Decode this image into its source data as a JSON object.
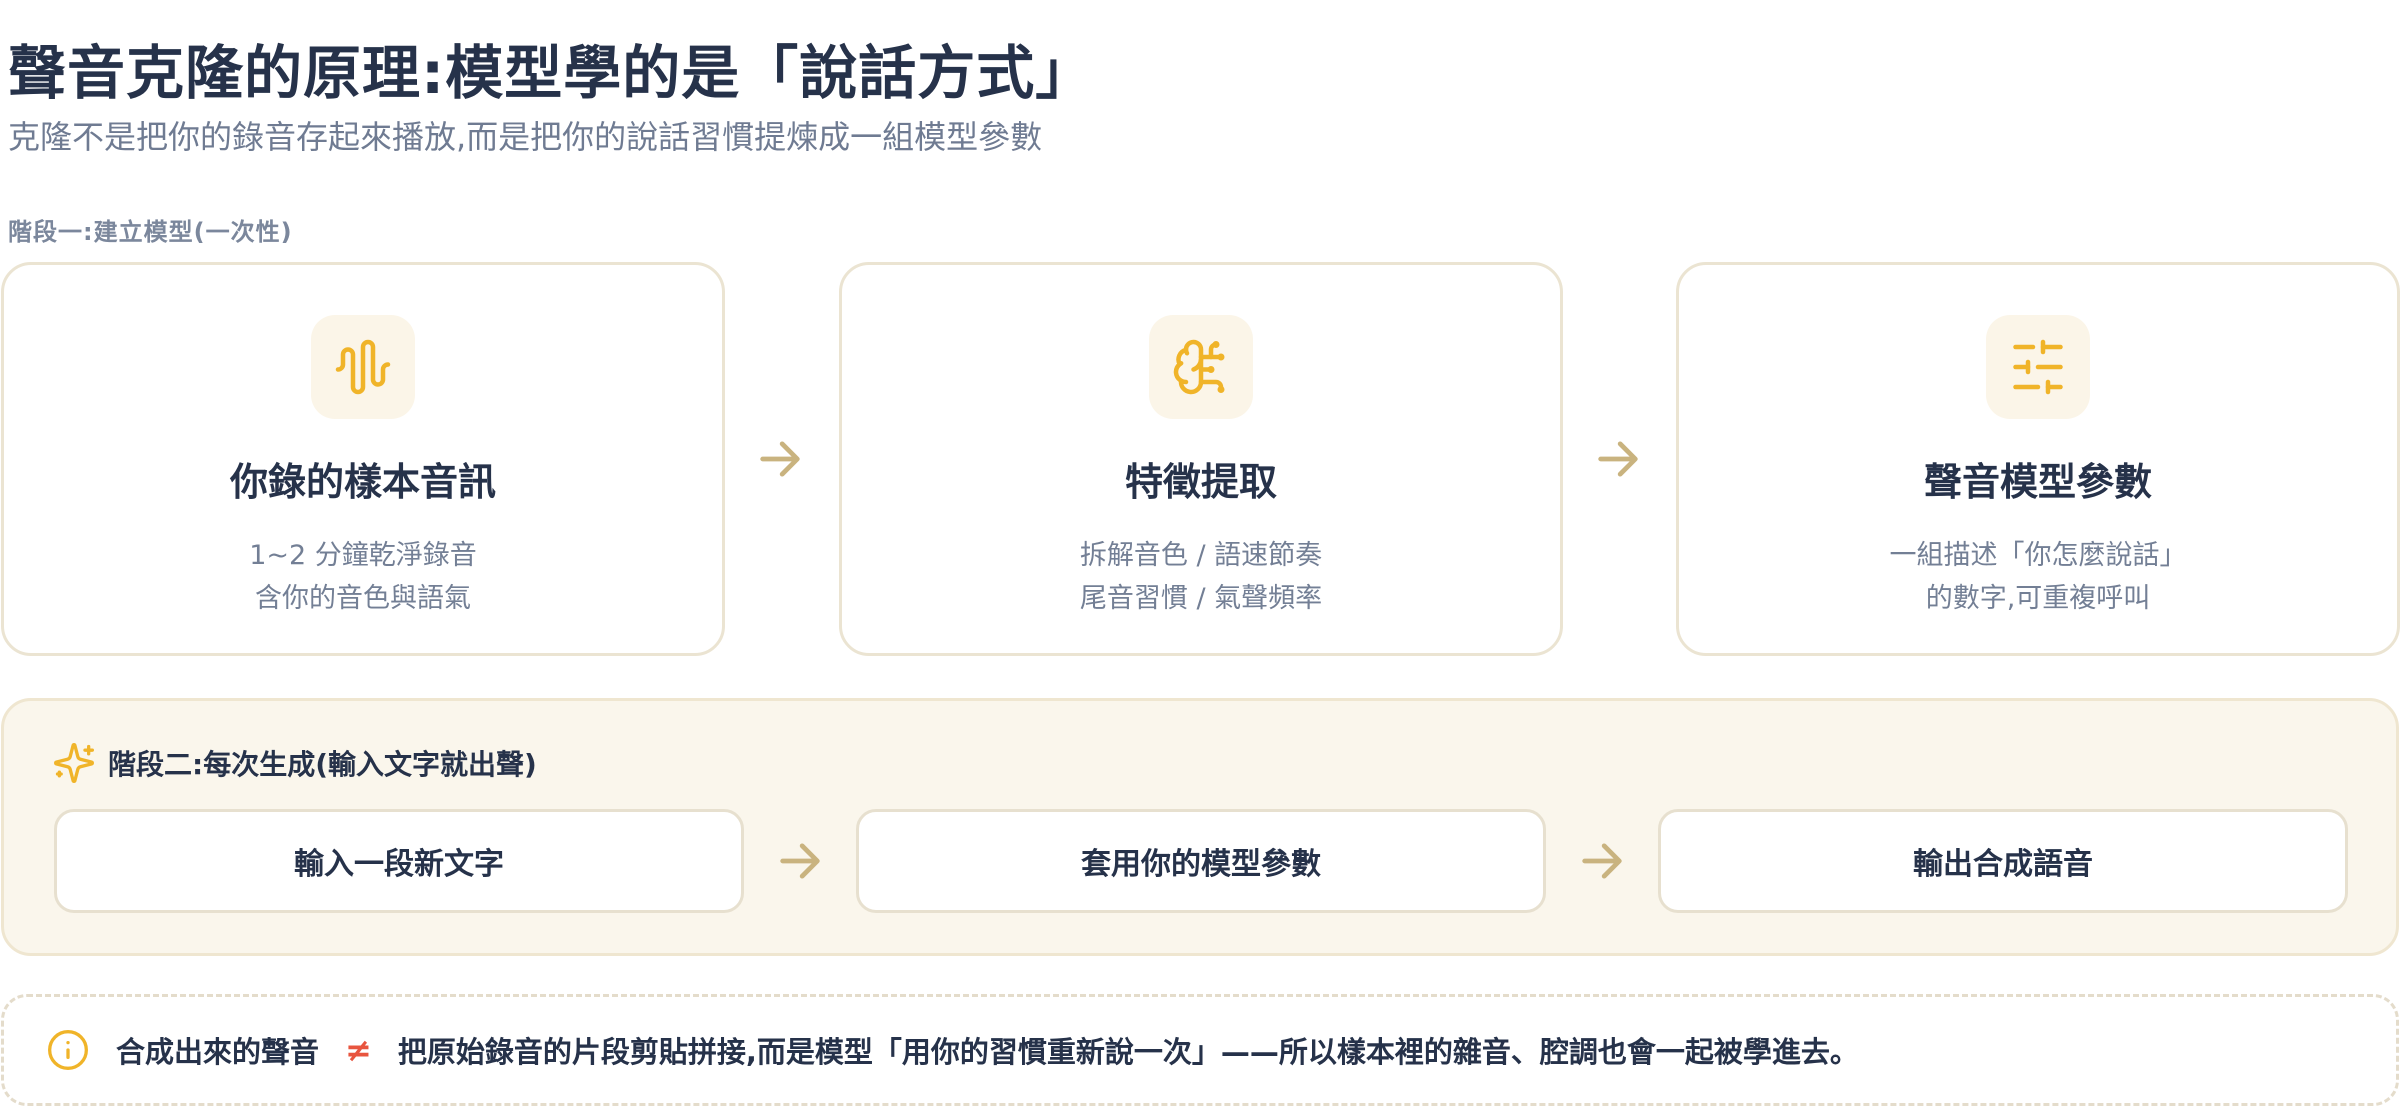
{
  "title": "聲音克隆的原理:模型學的是「說話方式」",
  "subtitle": "克隆不是把你的錄音存起來播放,而是把你的說話習慣提煉成一組模型參數",
  "stage1": {
    "label": "階段一:建立模型(一次性)",
    "cards": [
      {
        "icon": "audio-waveform-icon",
        "title": "你錄的樣本音訊",
        "desc_line1": "1~2 分鐘乾淨錄音",
        "desc_line2": "含你的音色與語氣"
      },
      {
        "icon": "brain-icon",
        "title": "特徵提取",
        "desc_line1": "拆解音色 / 語速節奏",
        "desc_line2": "尾音習慣 / 氣聲頻率"
      },
      {
        "icon": "sliders-icon",
        "title": "聲音模型參數",
        "desc_line1": "一組描述「你怎麼說話」",
        "desc_line2": "的數字,可重複呼叫"
      }
    ]
  },
  "stage2": {
    "label": "階段二:每次生成(輸入文字就出聲)",
    "icon": "sparkles-icon",
    "steps": [
      "輸入一段新文字",
      "套用你的模型參數",
      "輸出合成語音"
    ]
  },
  "note": {
    "icon": "info-icon",
    "left_text": "合成出來的聲音",
    "symbol": "≠",
    "right_text": "把原始錄音的片段剪貼拼接,而是模型「用你的習慣重新說一次」——所以樣本裡的雜音、腔調也會一起被學進去。"
  },
  "colors": {
    "accent": "#f0b429",
    "arrow": "#c9b37f",
    "text_dark": "#26324a",
    "text_muted": "#737f95",
    "neq": "#e8553f",
    "panel_bg": "#faf6ec"
  }
}
